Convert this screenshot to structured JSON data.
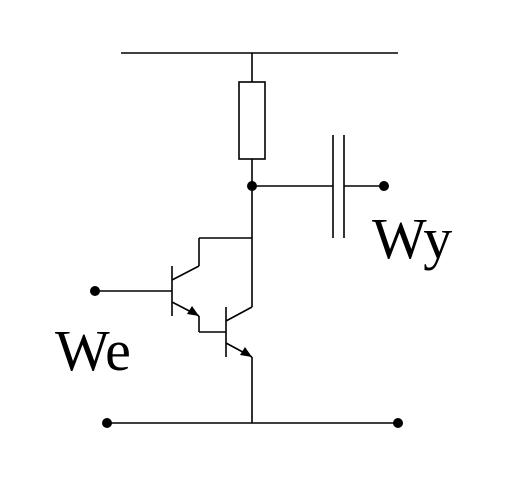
{
  "labels": {
    "input": "We",
    "output": "Wy"
  },
  "colors": {
    "background": "#ffffff",
    "stroke": "#000000"
  },
  "components": {
    "resistor": "resistor",
    "capacitor": "capacitor",
    "transistor_1": "npn-transistor",
    "transistor_2": "npn-transistor"
  }
}
